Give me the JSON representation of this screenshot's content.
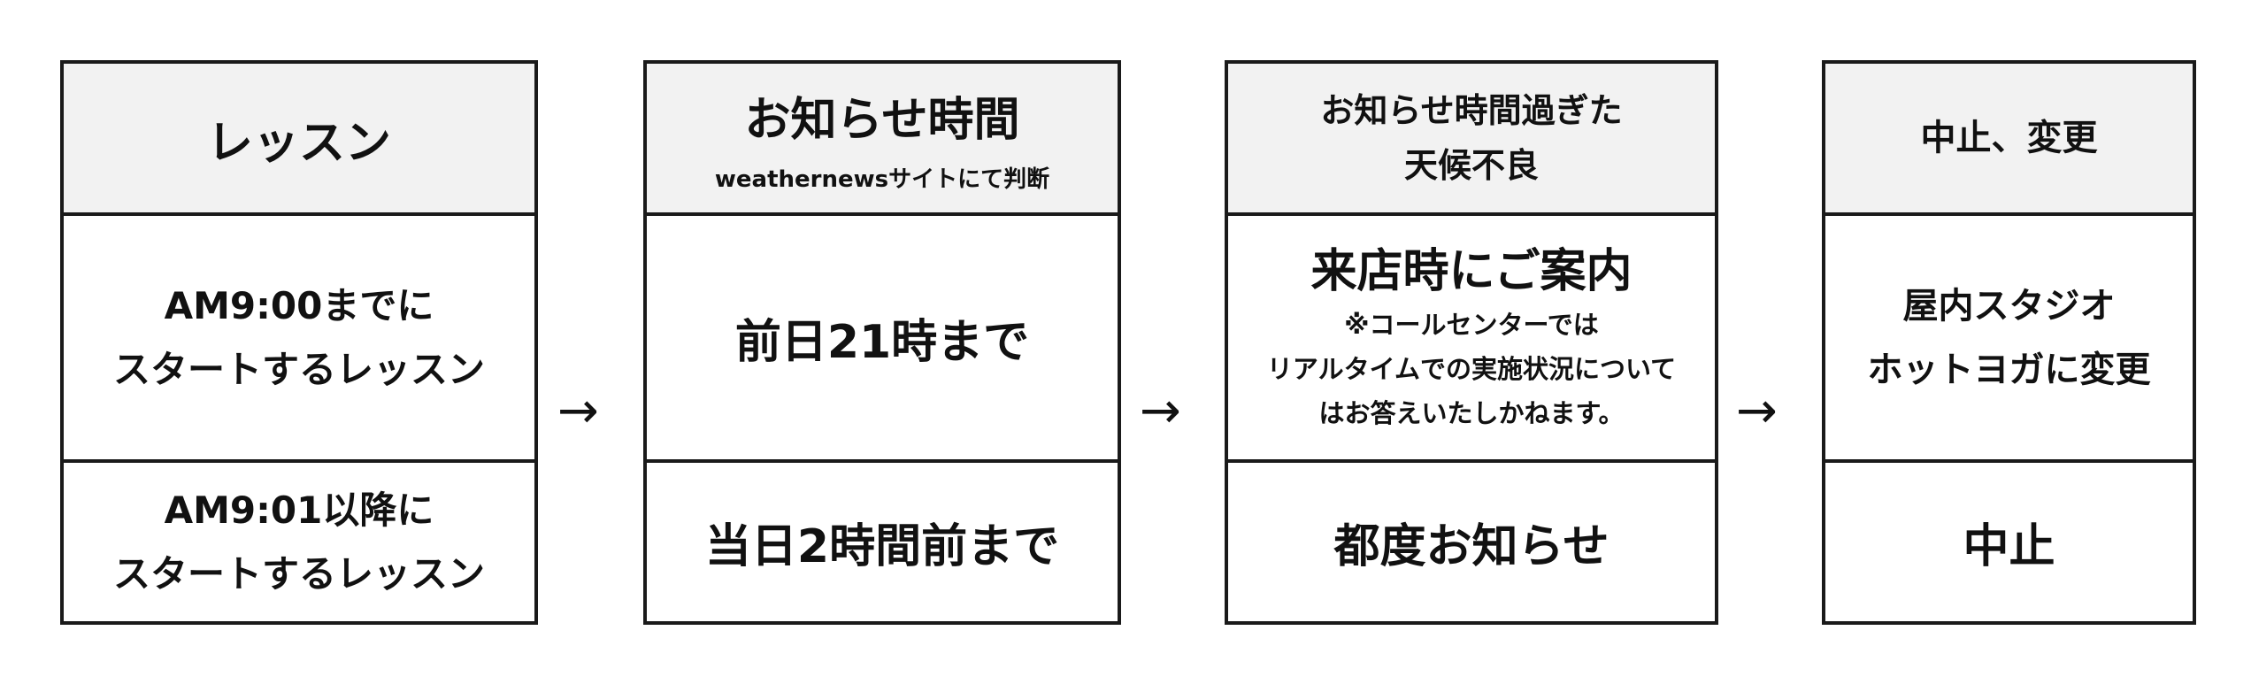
{
  "columns": [
    {
      "header": "レッスン",
      "row1": [
        "AM9:00までに",
        "スタートするレッスン"
      ],
      "row2": [
        "AM9:01以降に",
        "スタートするレッスン"
      ]
    },
    {
      "header": "お知らせ時間",
      "subheader": "weathernewsサイトにて判断",
      "row1": [
        "前日21時まで"
      ],
      "row2": [
        "当日2時間前まで"
      ]
    },
    {
      "header": [
        "お知らせ時間過ぎた",
        "天候不良"
      ],
      "row1_title": "来店時にご案内",
      "row1_notes": [
        "※コールセンターでは",
        "リアルタイムでの実施状況について",
        "はお答えいたしかねます。"
      ],
      "row2": [
        "都度お知らせ"
      ]
    },
    {
      "header": "中止、変更",
      "row1": [
        "屋内スタジオ",
        "ホットヨガに変更"
      ],
      "row2": [
        "中止"
      ]
    }
  ],
  "arrow": "→"
}
